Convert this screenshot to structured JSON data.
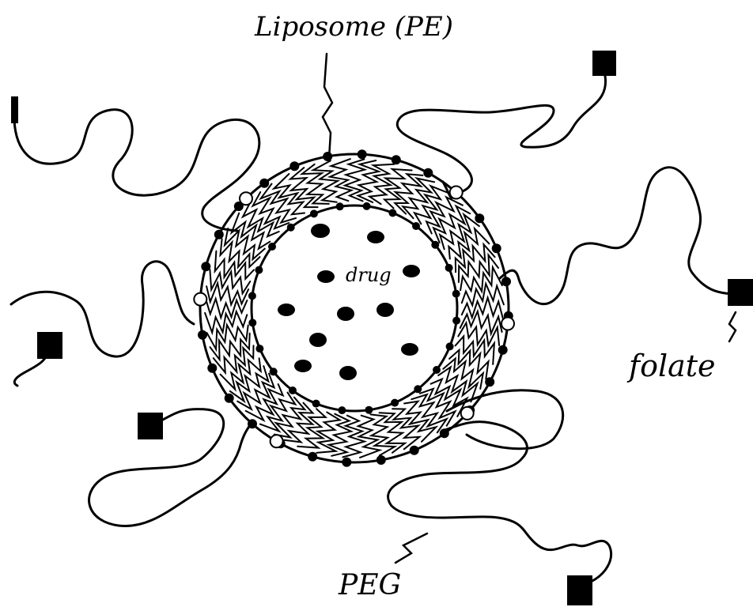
{
  "labels": {
    "liposome": "Liposome (PE)",
    "drug": "drug",
    "folate": "folate",
    "peg": "PEG"
  },
  "colors": {
    "ink": "#000000",
    "paper": "#ffffff"
  }
}
